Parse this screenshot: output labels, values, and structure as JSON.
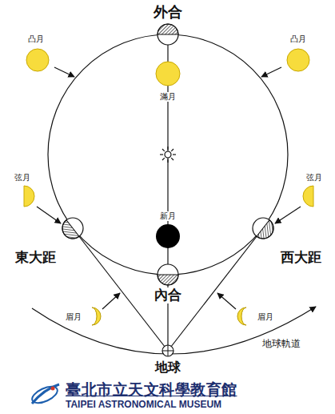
{
  "diagram": {
    "labels": [
      "外合",
      "凸月",
      "凸月",
      "滿月",
      "弦月",
      "弦月",
      "新月",
      "東大距",
      "西大距",
      "眉月",
      "眉月",
      "內合",
      "地球軌道",
      "地球",
      "臺北市立天文科學教育館",
      "TAIPEI ASTRONOMICAL MUSEUM"
    ]
  }
}
